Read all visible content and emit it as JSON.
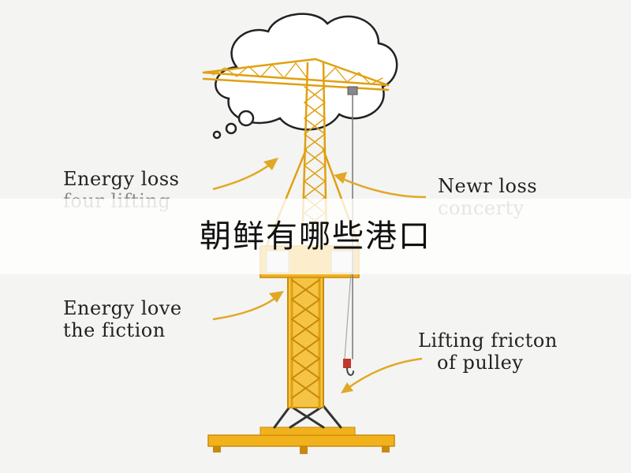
{
  "labels": {
    "top_left": {
      "line1": "Energy loss",
      "line2": "four lifting"
    },
    "top_right": {
      "line1": "Newr loss",
      "line2": "concerty"
    },
    "bottom_left": {
      "line1": "Energy love",
      "line2": "the fiction"
    },
    "bottom_right": {
      "line1": "Lifting fricton",
      "line2": "of pulley"
    }
  },
  "banner": {
    "text": "朝鲜有哪些港口"
  },
  "colors": {
    "crane": "#f2b21c",
    "crane_dark": "#c98a0a",
    "arrow": "#e1a826",
    "background": "#f4f4f2"
  },
  "icons": {
    "thought_cloud": "thought-bubble-icon",
    "crane": "tower-crane-icon"
  }
}
